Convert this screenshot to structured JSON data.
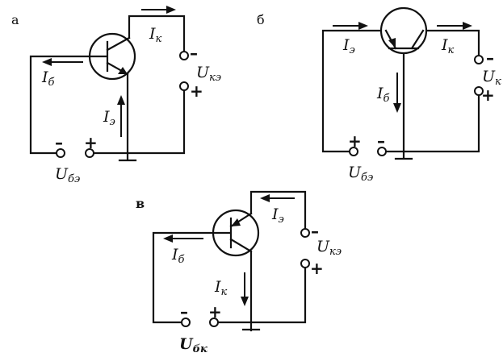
{
  "panels": {
    "a": {
      "letter": "а",
      "I_b": {
        "main": "I",
        "sub": "б"
      },
      "I_k": {
        "main": "I",
        "sub": "к"
      },
      "I_e": {
        "main": "I",
        "sub": "э"
      },
      "U_ke": {
        "main": "U",
        "sub": "кэ"
      },
      "U_be": {
        "main": "U",
        "sub": "бэ"
      },
      "minus": "–",
      "plus": "+"
    },
    "b": {
      "letter": "б",
      "I_e": {
        "main": "I",
        "sub": "э"
      },
      "I_k": {
        "main": "I",
        "sub": "к"
      },
      "I_b": {
        "main": "I",
        "sub": "б"
      },
      "U_k": {
        "main": "U",
        "sub": "к"
      },
      "U_be": {
        "main": "U",
        "sub": "бэ"
      },
      "minus": "–",
      "plus": "+"
    },
    "c": {
      "letter": "в",
      "I_e": {
        "main": "I",
        "sub": "э"
      },
      "I_b": {
        "main": "I",
        "sub": "б"
      },
      "I_k": {
        "main": "I",
        "sub": "к"
      },
      "U_ke": {
        "main": "U",
        "sub": "кэ"
      },
      "U_bk": {
        "main": "U",
        "sub": "бк"
      },
      "minus": "–",
      "plus": "+"
    }
  }
}
